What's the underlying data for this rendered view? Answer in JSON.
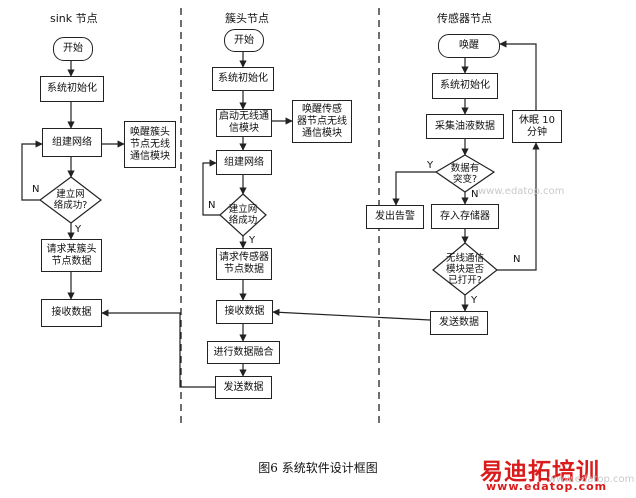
{
  "columns": {
    "sink": "sink 节点",
    "cluster": "簇头节点",
    "sensor": "传感器节点"
  },
  "sink": {
    "start": "开始",
    "init": "系统初始化",
    "build_net": "组建网络",
    "net_ok": "建立网\n络成功?",
    "request": "请求某簇头\n节点数据",
    "receive": "接收数据",
    "wake_cluster": "唤醒簇头\n节点无线\n通信模块"
  },
  "cluster": {
    "start": "开始",
    "init": "系统初始化",
    "start_wireless": "启动无线通\n信模块",
    "wake_sensor": "唤醒传感\n器节点无线\n通信模块",
    "build_net": "组建网络",
    "net_ok": "建立网\n络成功",
    "request": "请求传感器\n节点数据",
    "receive": "接收数据",
    "fuse": "进行数据融合",
    "send": "发送数据"
  },
  "sensor": {
    "wake": "唤醒",
    "init": "系统初始化",
    "collect": "采集油液数据",
    "changed": "数据有\n突变?",
    "alarm": "发出告警",
    "store": "存入存储器",
    "wireless_open": "无线通信\n模块是否\n已打开?",
    "send": "发送数据",
    "sleep": "休眠 10\n分钟"
  },
  "branch_labels": {
    "sink_n": "N",
    "sink_y": "Y",
    "cluster_n": "N",
    "cluster_y": "Y",
    "sensor_y": "Y",
    "sensor_n": "N",
    "sensor2_n": "N",
    "sensor2_y": "Y"
  },
  "caption": "图6   系统软件设计框图",
  "watermark": {
    "brand": "易迪拓培训",
    "url": "www.edatop.com",
    "faint_1": "www.edatop.com",
    "faint_2": "www.edatop.com"
  }
}
